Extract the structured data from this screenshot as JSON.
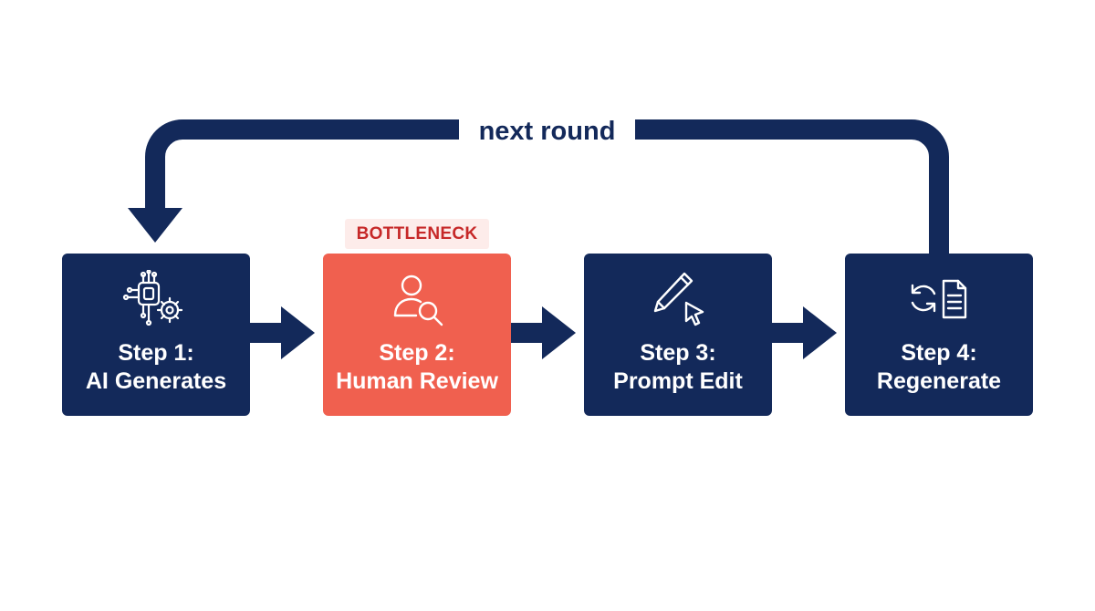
{
  "loop": {
    "label": "next round"
  },
  "badge": {
    "label": "BOTTLENECK",
    "step": 2
  },
  "steps": [
    {
      "title": "Step 1:",
      "name": "AI Generates",
      "icon": "ai-chip-gear-icon"
    },
    {
      "title": "Step 2:",
      "name": "Human Review",
      "icon": "person-search-icon"
    },
    {
      "title": "Step 3:",
      "name": "Prompt Edit",
      "icon": "pencil-cursor-icon"
    },
    {
      "title": "Step 4:",
      "name": "Regenerate",
      "icon": "refresh-document-icon"
    }
  ],
  "colors": {
    "primary": "#13295a",
    "highlight": "#f0604f",
    "badge_text": "#c62828",
    "badge_bg": "#fdecea",
    "background": "#ffffff"
  }
}
